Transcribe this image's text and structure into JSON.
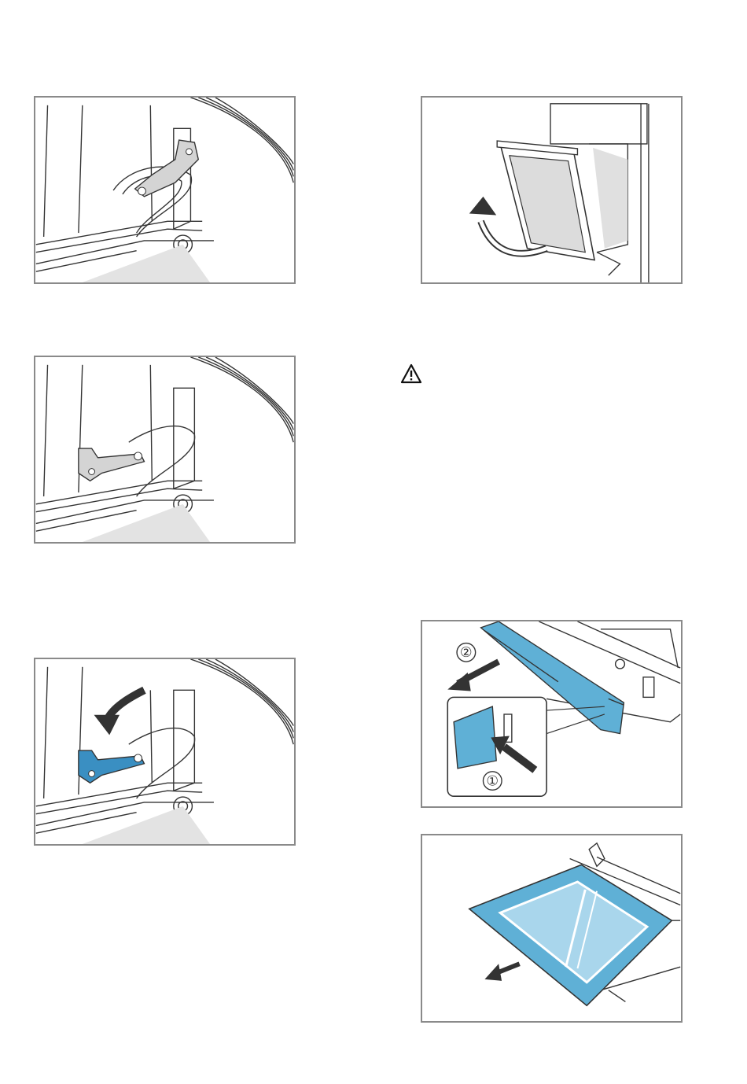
{
  "page": {
    "figures": [
      {
        "id": "hinge-closed",
        "icon": "hinge-lever-closed"
      },
      {
        "id": "door-lift-out",
        "icon": "oven-door-removal-arrow"
      },
      {
        "id": "hinge-open",
        "icon": "hinge-lever-open"
      },
      {
        "id": "hinge-lever-fold",
        "icon": "hinge-lever-fold-arrow",
        "accent": "#3a8fc2"
      },
      {
        "id": "door-cover-removal",
        "icon": "door-cover-removal",
        "step_labels": [
          "②",
          "①"
        ],
        "accent": "#5fb0d6"
      },
      {
        "id": "glass-pane-removal",
        "icon": "glass-pane-removal",
        "accent": "#5fb0d6"
      }
    ],
    "warning_icon": "warning-triangle-icon"
  }
}
